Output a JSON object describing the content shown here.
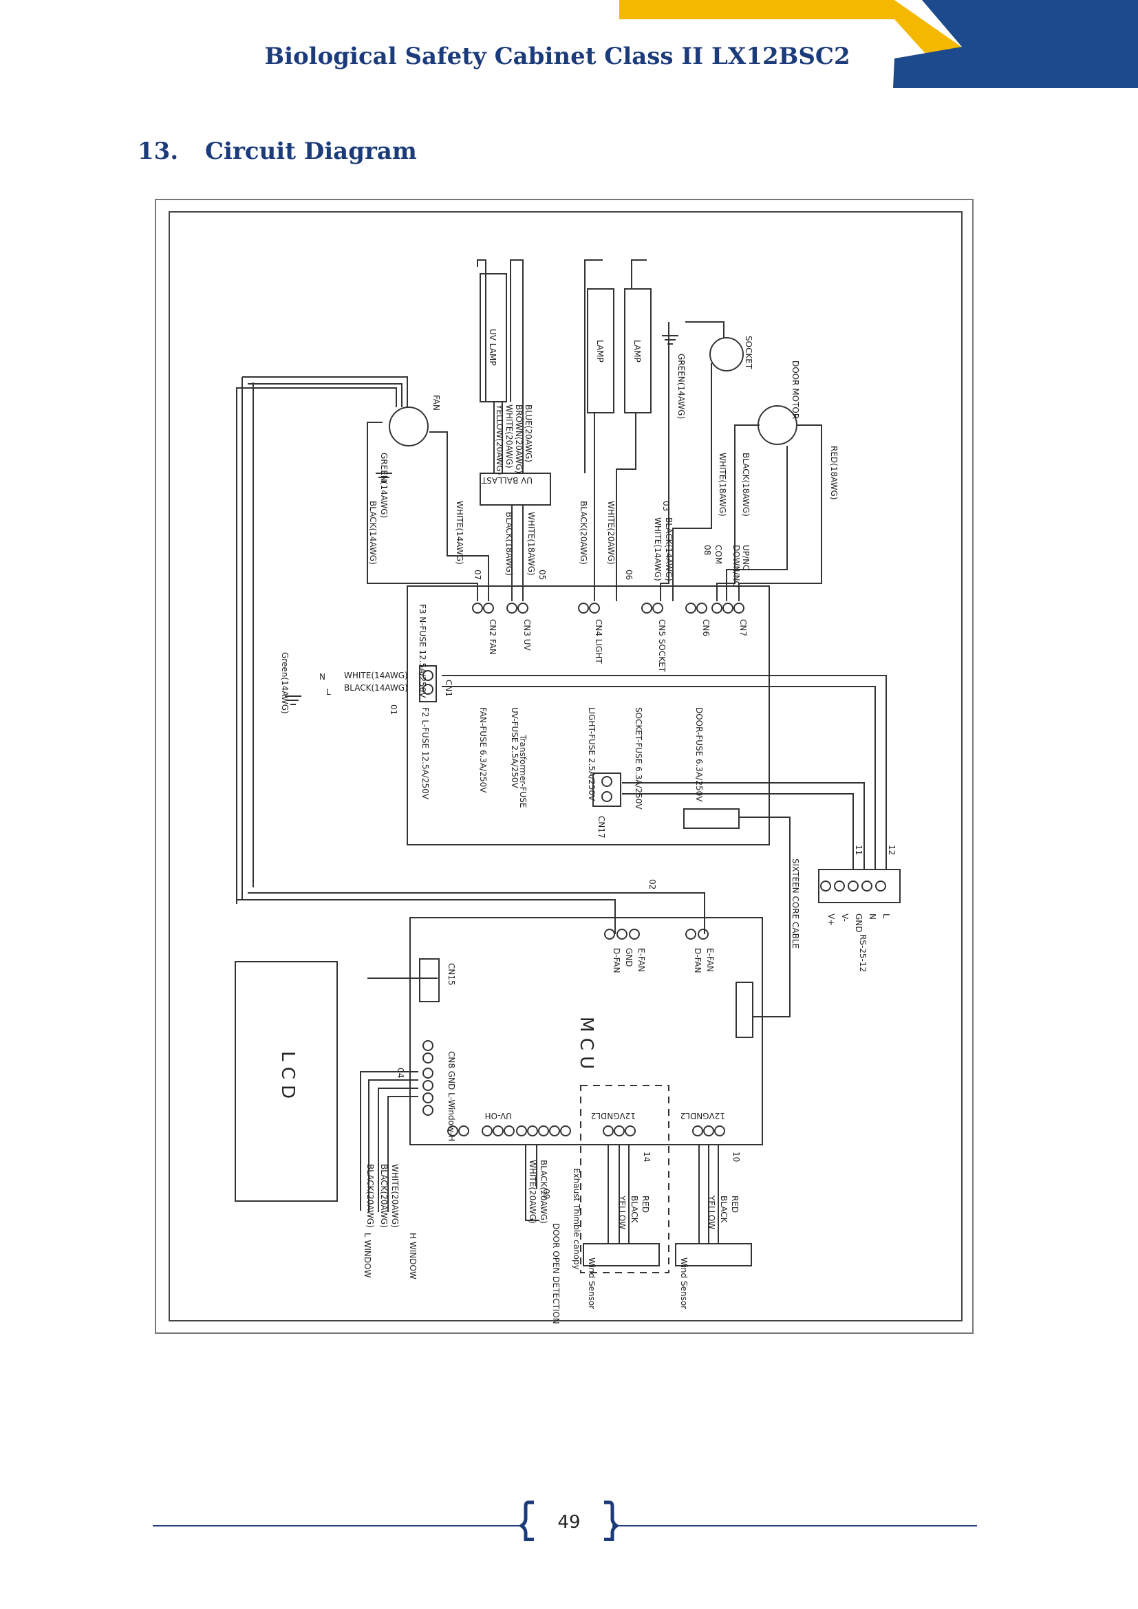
{
  "header": {
    "title": "Biological Safety Cabinet Class II LX12BSC2"
  },
  "section": {
    "number": "13.",
    "title": "Circuit Diagram"
  },
  "diagram": {
    "components": {
      "uv_lamp": "UV LAMP",
      "lamp1": "LAMP",
      "lamp2": "LAMP",
      "socket": "SOCKET",
      "fan": "FAN",
      "door_motor": "DOOR MOTOR",
      "uv_ballast": "UV BALLAST",
      "mcu": "M C U",
      "lcd": "L C D",
      "cn15": "CN15",
      "cn17": "CN17",
      "power_block": "RS-25-12",
      "transformer_fuse": "Transformer-FUSE",
      "sixteen_core_cable": "SIXTEEN CORE CABLE",
      "exhaust": "Exhaust Thimble canopy",
      "door_open": "DOOR OPEN DETECTION",
      "wind_sensor_1": "Wind Sensor",
      "wind_sensor_2": "Wind Sensor"
    },
    "wires": {
      "green_14": "GREEN(14AWG)",
      "black_14": "BLACK(14AWG)",
      "white_14": "WHITE(14AWG)",
      "blue_20": "BLUE(20AWG)",
      "brown_20": "BROWN(20AWG)",
      "white_20": "WHITE(20AWG)",
      "yellow_20": "YELLOW(20AWG)",
      "black_18": "BLACK(18AWG)",
      "white_18": "WHITE(18AWG)",
      "black_20": "BLACK(20AWG)",
      "red_18": "RED(18AWG)",
      "white_mains": "WHITE(14AWG)",
      "black_mains": "BLACK(14AWG)",
      "green_mains": "Green(14AWG)"
    },
    "connectors": {
      "fan": "CN2 FAN",
      "uv": "CN3 UV",
      "light": "CN4 LIGHT",
      "socket": "CN5 SOCKET",
      "cn6": "CN6",
      "cn7": "CN7",
      "cn1": "CN1",
      "door_up": "UP/NC",
      "door_down": "DOWN/NO",
      "door_com": "COM"
    },
    "fuses": {
      "f3": "F3 N-FUSE 12.5A/250V",
      "f2": "F2 L-FUSE 12.5A/250V",
      "fan_fuse": "FAN-FUSE 6.3A/250V",
      "uv_fuse": "UV-FUSE 2.5A/250V",
      "light_fuse": "LIGHT-FUSE 2.5A/250V",
      "socket_fuse": "SOCKET-FUSE 6.3A/250V",
      "door_fuse": "DOOR-FUSE 6.3A/250V"
    },
    "terminals": [
      "L",
      "N",
      "GND",
      "V-",
      "V+"
    ],
    "mcu_terminals": {
      "e_fan": "E-FAN",
      "gnd": "GND",
      "d_fan": "D-FAN",
      "e_fan2": "E-FAN",
      "d_fan2": "D-FAN",
      "window": "CN8 GND L-Window-H",
      "uv_oh": "UV-OH",
      "gnd_12v_1": "12VGNDL2",
      "gnd_12v_2": "12VGNDL2"
    },
    "window_wires": {
      "white": "WHITE(20AWG)",
      "black1": "BLACK(20AWG)",
      "black2": "BLACK(20AWG)",
      "h_window": "H WINDOW",
      "l_window": "L WINDOW"
    },
    "sensor_wires": [
      "RED",
      "BLACK",
      "YELLOW"
    ],
    "labels": {
      "n": "N",
      "l": "L",
      "n01": "01",
      "n02": "02",
      "n03": "03",
      "n04": "04",
      "n05": "05",
      "n06": "06",
      "n07": "07",
      "n08": "08",
      "n09": "09",
      "n10": "10",
      "n11": "11",
      "n12": "12",
      "n14": "14"
    }
  },
  "footer": {
    "page": "49"
  },
  "colors": {
    "brand_blue": "#1c4a8c",
    "brand_yellow": "#f5b800",
    "title_blue": "#1c3b7a"
  }
}
